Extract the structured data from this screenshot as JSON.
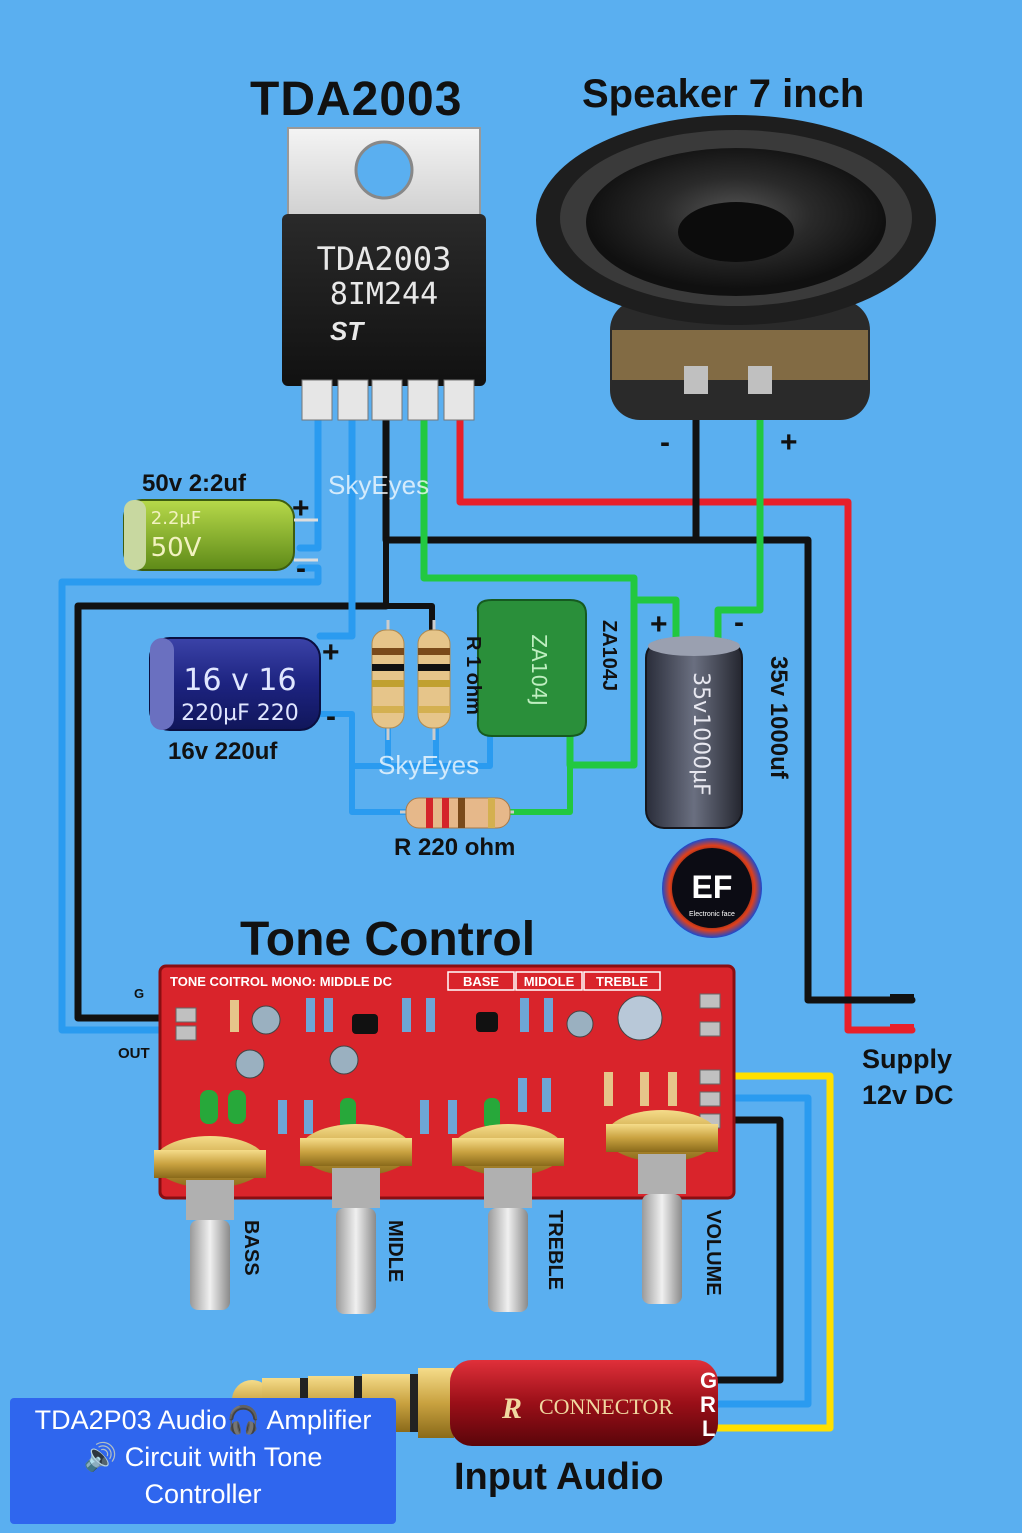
{
  "titles": {
    "chip": "TDA2003",
    "speaker": "Speaker 7 inch",
    "tone": "Tone Control"
  },
  "chip": {
    "line1": "TDA2003",
    "line2": "8IM244",
    "logo": "ST"
  },
  "components": {
    "cap_small_label": "50v 2:2uf",
    "cap_small_print1": "2.2µF",
    "cap_small_print2": "50V",
    "cap_220_label": "16v 220uf",
    "cap_220_print1": "16 v 16",
    "cap_220_print2": "220µF 220",
    "res_1ohm_label": "R 1 ohm",
    "film_cap_label": "ZA104J",
    "cap_1000_label": "35v 1000uf",
    "cap_1000_print": "35v1000µF",
    "res_220_label": "R 220 ohm"
  },
  "polarity": {
    "plus": "+",
    "minus": "-"
  },
  "supply": {
    "line1": "Supply",
    "line2": "12v DC"
  },
  "board": {
    "header": "TONE COITROL MONO: MIDDLE DC",
    "tab_base": "BASE",
    "tab_middle": "MIDOLE",
    "tab_treble": "TREBLE",
    "pin_g": "G",
    "pin_out": "OUT",
    "knobs": [
      "BASS",
      "MIDLE",
      "TREBLE",
      "VOLUME"
    ]
  },
  "connector": {
    "brand": "CONNECTOR",
    "pins": [
      "G",
      "R",
      "L"
    ]
  },
  "input_label": "Input Audio",
  "watermark": "SkyEyes",
  "badge": {
    "text": "EF",
    "sub": "Electronic face"
  },
  "caption": {
    "line1": "TDA2P03 Audio🎧 Amplifier",
    "line2": "🔊 Circuit with Tone",
    "line3": "Controller"
  },
  "colors": {
    "background": "#5aaff0",
    "wire_red": "#e8202a",
    "wire_green": "#22c840",
    "wire_blue": "#2a9bf0",
    "wire_black": "#111111",
    "wire_yellow": "#ffe000",
    "board": "#d9242b",
    "caption_bg": "#2f66ee"
  }
}
